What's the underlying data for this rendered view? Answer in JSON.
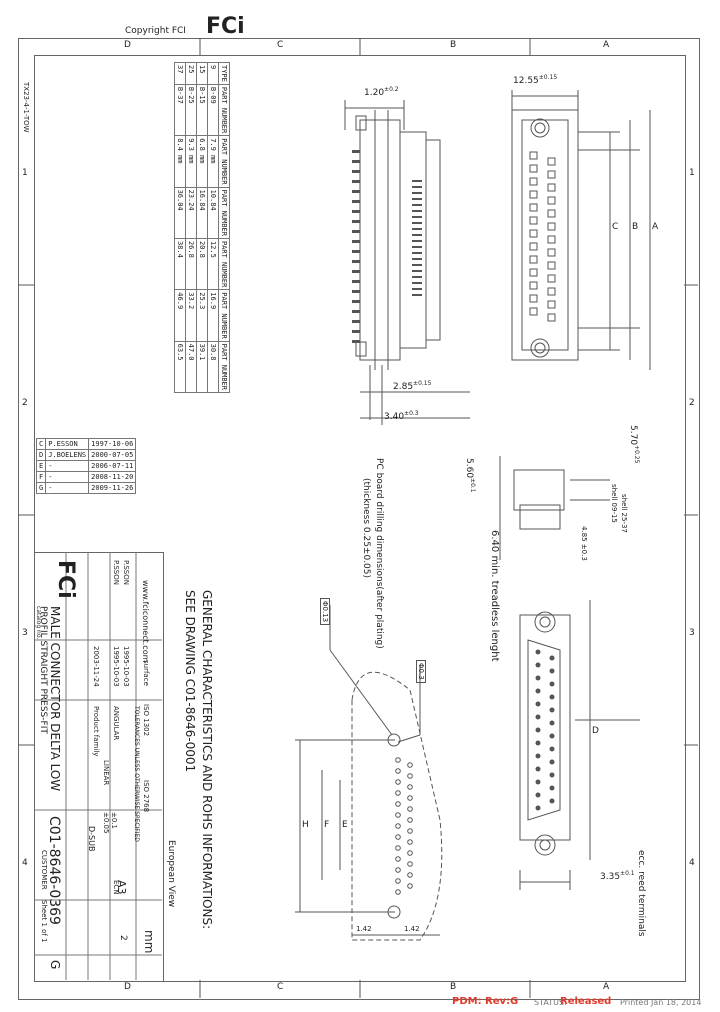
{
  "header": {
    "copyright": "Copyright FCI",
    "logo_text": "FCi",
    "col_labels_top": [
      "D",
      "C",
      "B",
      "A"
    ],
    "col_labels_bottom": [
      "D",
      "C",
      "B",
      "A"
    ],
    "row_labels_left": [
      "1",
      "2",
      "3",
      "4"
    ],
    "row_labels_right": [
      "1",
      "2",
      "3",
      "4"
    ]
  },
  "left_edge": {
    "code": "TX23-4-1-TOW"
  },
  "dims": {
    "top_1": "1.20",
    "top_1_tol": "±0.2",
    "top_2": "12.55",
    "top_2_tol": "±0.15",
    "d_285": "2.85",
    "d_285_tol": "±0.15",
    "d_340": "3.40",
    "d_340_tol": "±0.3",
    "d_570": "5.70",
    "d_570_tol": "+0.25",
    "d_560": "5.60",
    "d_560_tol": "±0.1",
    "d_335": "3.35",
    "d_335_tol": "±0.1",
    "d_142a": "1.42",
    "d_142b": "1.42",
    "dia_013": "Φ0.13",
    "dia_03": "Φ0.3",
    "lbl_A": "A",
    "lbl_B": "B",
    "lbl_C": "C",
    "lbl_D": "D",
    "lbl_H": "H",
    "lbl_F": "F",
    "lbl_E": "E"
  },
  "notes": {
    "hole_filling": "PC board drilling dimensions(after plating)",
    "thickness": "(thickness 0.25±0.05)",
    "treads": "6.40 min. treadless lenght",
    "ecc": "ecc. reed terminals",
    "screws": "4.85 ±0.3",
    "shell": "shell 25-37",
    "shell2": "shell 09-15",
    "gen1": "GENERAL CHARACTERISTICS AND ROHS INFORMATIONS:",
    "gen2": "SEE DRAWING C01-8646-0001"
  },
  "pin_table": {
    "header": [
      "TYPE",
      "PART NUMBER",
      "PART NUMBER",
      "PART NUMBER",
      "PART NUMBER",
      "PART NUMBER",
      "PART NUMBER"
    ],
    "rows": [
      [
        "9",
        "B-09",
        "7.9 mm",
        "10.84",
        "12.5",
        "16.9",
        "30.8"
      ],
      [
        "15",
        "B-15",
        "6.8 mm",
        "16.84",
        "20.8",
        "25.3",
        "39.1"
      ],
      [
        "25",
        "B-25",
        "9.3 mm",
        "23.24",
        "26.8",
        "33.2",
        "47.0"
      ],
      [
        "37",
        "B-37",
        "8.4 mm",
        "36.04",
        "38.4",
        "46.9",
        "63.5"
      ]
    ]
  },
  "title_block": {
    "company": "FCi",
    "web": "www.fciconnect.com",
    "title_line1": "MALE CONNECTOR DELTA LOW",
    "title_line2": "PROFIL STRAIGHT PRESS-FIT",
    "part_number": "C01-8646-0369",
    "rev": "G",
    "sheet": "Sheet 1 of 1",
    "customer": "CUSTOMER",
    "catalog": "catalog no.",
    "size": "A3",
    "scale": "2",
    "units": "mm",
    "dsub": "D-SUB",
    "projection": "European View",
    "tolerance": "ISO 1302",
    "drawn_by": "P.SSON",
    "checked_by": "P.SSON",
    "date1": "1995-10-03",
    "date2": "1995-10-03",
    "date3": "2003-11-24",
    "product_family": "Product family",
    "surface": "surface",
    "angular": "ANGULAR",
    "linear": "LINEAR",
    "tol_x": "±0.1",
    "tol_xx": "±0.05",
    "tolerances_note": "TOLERANCES UNLESS OTHERWISE SPECIFIED",
    "iso": "ISO 2768",
    "ecn": "ECN"
  },
  "rev_table": {
    "rows": [
      [
        "C",
        "P.ESSON",
        "1997-10-06"
      ],
      [
        "D",
        "J.BOELENS",
        "2000-07-05"
      ],
      [
        "E",
        "-",
        "2006-07-11"
      ],
      [
        "F",
        "-",
        "2008-11-20"
      ],
      [
        "G",
        "-",
        "2009-11-26"
      ]
    ]
  },
  "footer": {
    "pdm": "PDM: Rev:G",
    "status": "STATUS:",
    "released": "Released",
    "printed": "Printed Jan 18, 2014"
  },
  "colors": {
    "line": "#555555",
    "red": "#e23a2a"
  }
}
